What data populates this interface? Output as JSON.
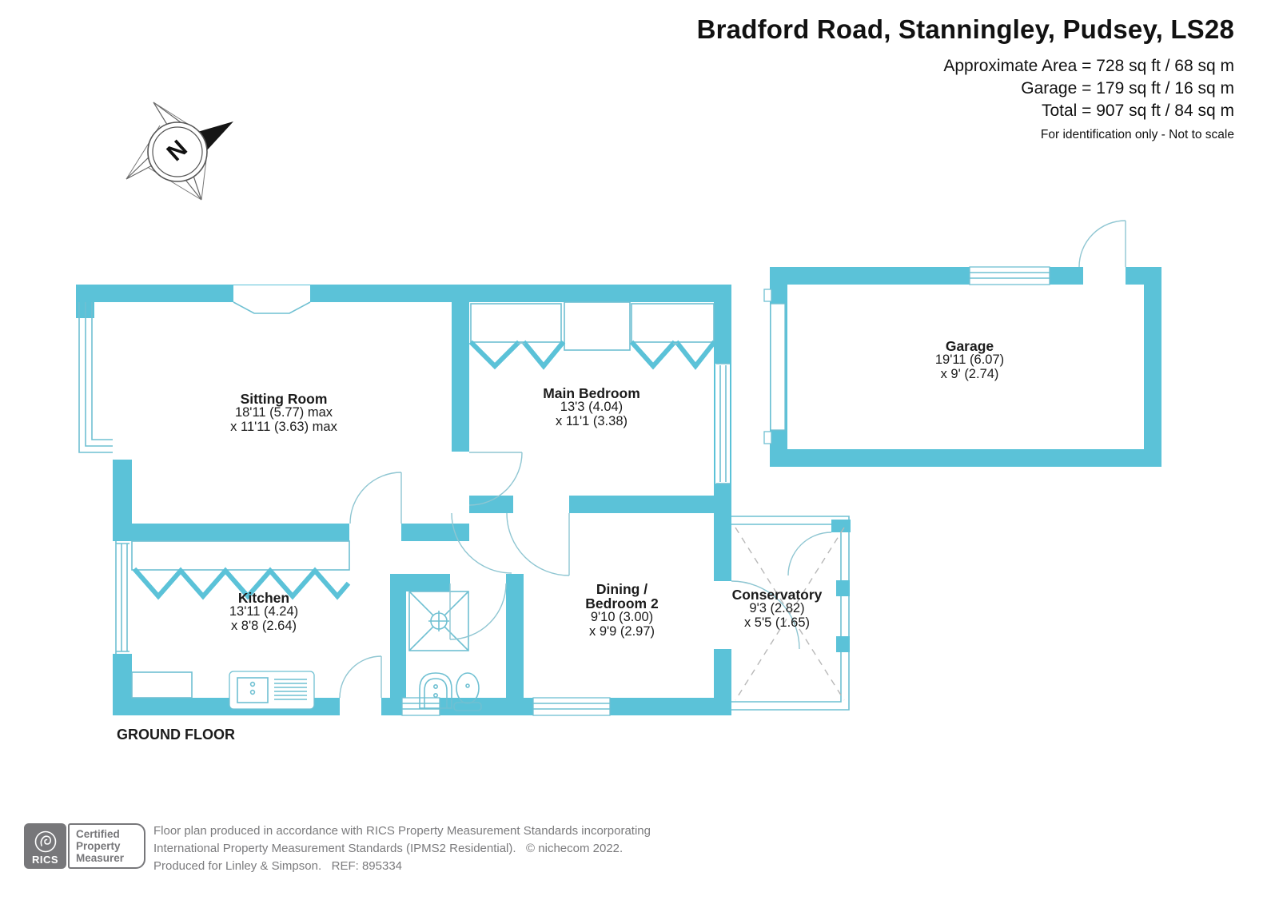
{
  "header": {
    "title": "Bradford Road, Stanningley, Pudsey, LS28",
    "area1": "Approximate Area = 728 sq ft / 68 sq m",
    "area2": "Garage = 179 sq ft / 16 sq m",
    "area3": "Total = 907 sq ft / 84 sq m",
    "note": "For identification only - Not to scale"
  },
  "compass": {
    "label": "N"
  },
  "floor_label": "GROUND FLOOR",
  "rooms": [
    {
      "name": "Sitting Room",
      "dims": "18'11 (5.77) max\nx 11'11 (3.63) max"
    },
    {
      "name": "Main Bedroom",
      "dims": "13'3 (4.04)\nx 11'1 (3.38)"
    },
    {
      "name": "Garage",
      "dims": "19'11 (6.07)\nx 9' (2.74)"
    },
    {
      "name": "Kitchen",
      "dims": "13'11 (4.24)\nx 8'8 (2.64)"
    },
    {
      "name": "Dining /\nBedroom 2",
      "dims": "9'10 (3.00)\nx 9'9 (2.97)"
    },
    {
      "name": "Conservatory",
      "dims": "9'3 (2.82)\nx 5'5 (1.65)"
    }
  ],
  "footer": {
    "rics": "RICS",
    "badge": "Certified\nProperty\nMeasurer",
    "disclaimer": "Floor plan produced in accordance with RICS Property Measurement Standards incorporating\nInternational Property Measurement Standards (IPMS2 Residential).   © nichecom 2022.\nProduced for Linley & Simpson.   REF: 895334"
  },
  "colors": {
    "wall": "#5bc2d8",
    "line": "#6fc0d2",
    "dash": "#b8b8b8",
    "footer_gray": "#7b7b7d"
  }
}
